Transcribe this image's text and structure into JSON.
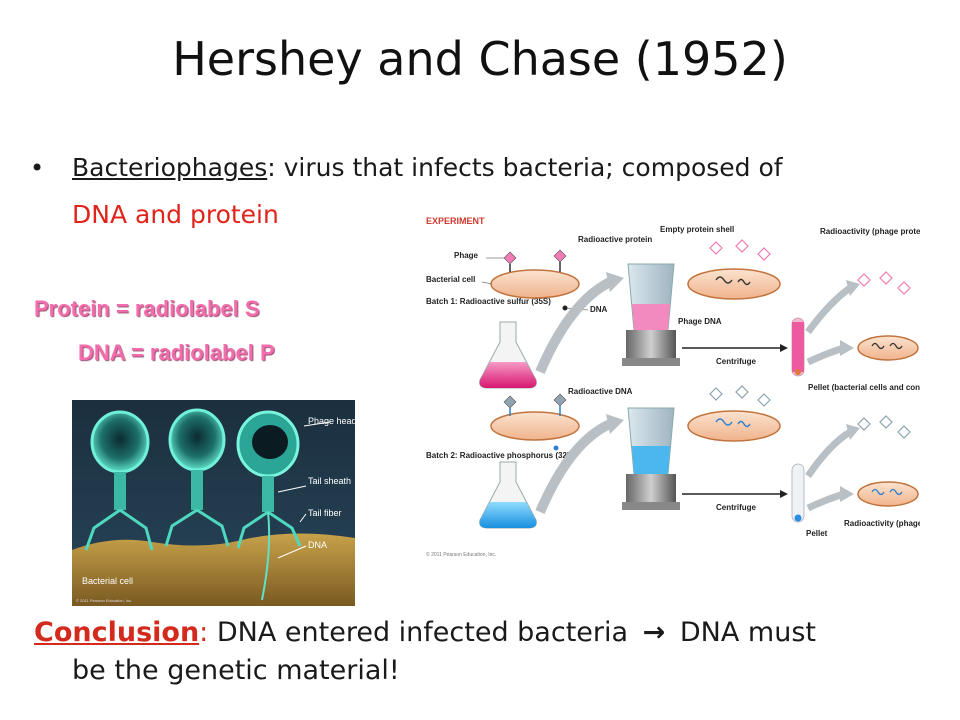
{
  "slide": {
    "title": "Hershey and Chase (1952)",
    "bullet": {
      "symbol": "•",
      "term": "Bacteriophages",
      "text": ": virus that infects bacteria; composed of",
      "continued": "DNA and protein"
    },
    "labels": {
      "protein": "Protein = radiolabel S",
      "dna": "DNA = radiolabel P"
    },
    "conclusion": {
      "label": "Conclusion",
      "colon": ":",
      "text1": "DNA entered infected bacteria",
      "arrow": "→",
      "text2": "DNA must",
      "text3": "be the genetic material!"
    },
    "colors": {
      "accent_red": "#e0241c",
      "label_pink": "#f36cab"
    }
  },
  "micrograph": {
    "labels": {
      "phage_head": "Phage head",
      "tail_sheath": "Tail sheath",
      "tail_fiber": "Tail fiber",
      "dna": "DNA",
      "bacterial_cell": "Bacterial cell"
    },
    "credit": "© 2011 Pearson Education, Inc."
  },
  "diagram": {
    "heading": "EXPERIMENT",
    "labels": {
      "radioactive_protein": "Radioactive protein",
      "empty_shell": "Empty protein shell",
      "phage": "Phage",
      "bacterial_cell": "Bacterial cell",
      "dna": "DNA",
      "batch1": "Batch 1: Radioactive sulfur (35S)",
      "phage_dna": "Phage DNA",
      "centrifuge1": "Centrifuge",
      "radioactivity_liquid": "Radioactivity (phage protein) in liquid",
      "pellet1": "Pellet (bacterial cells and contents)",
      "radioactive_dna": "Radioactive DNA",
      "batch2": "Batch 2: Radioactive phosphorus (32P)",
      "centrifuge2": "Centrifuge",
      "pellet2": "Pellet",
      "radioactivity_pellet": "Radioactivity (phage DNA) in pellet"
    },
    "credit": "© 2011 Pearson Education, Inc."
  }
}
